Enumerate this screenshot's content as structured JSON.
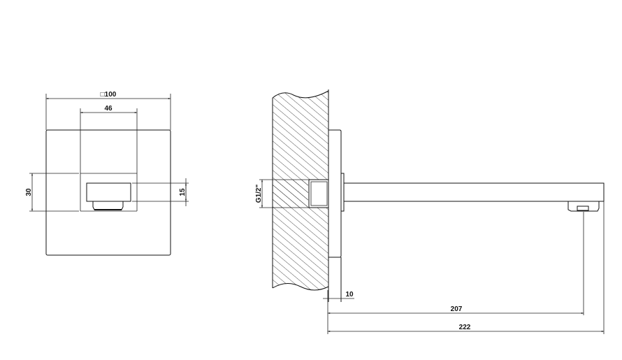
{
  "front_view": {
    "width_label": "□100",
    "inner_width_label": "46",
    "height_label": "30",
    "outlet_height_label": "15"
  },
  "side_view": {
    "thread_label": "G1/2\"",
    "plate_depth_label": "10",
    "outlet_reach_label": "207",
    "total_reach_label": "222"
  },
  "colors": {
    "line": "#111111",
    "background": "#ffffff"
  }
}
